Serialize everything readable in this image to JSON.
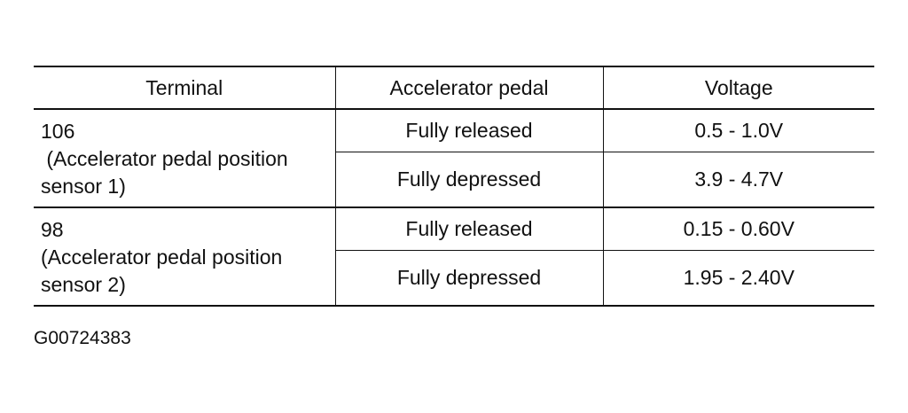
{
  "table": {
    "headers": [
      "Terminal",
      "Accelerator pedal",
      "Voltage"
    ],
    "rows": [
      {
        "terminal_lines": [
          "106",
          " (Accelerator pedal position",
          "sensor 1)"
        ],
        "conditions": [
          {
            "pedal": "Fully released",
            "voltage": "0.5 - 1.0V"
          },
          {
            "pedal": "Fully depressed",
            "voltage": "3.9 - 4.7V"
          }
        ]
      },
      {
        "terminal_lines": [
          "98",
          "(Accelerator pedal position",
          "sensor 2)"
        ],
        "conditions": [
          {
            "pedal": "Fully released",
            "voltage": "0.15 - 0.60V"
          },
          {
            "pedal": "Fully depressed",
            "voltage": "1.95 - 2.40V"
          }
        ]
      }
    ]
  },
  "figure_id": "G00724383"
}
